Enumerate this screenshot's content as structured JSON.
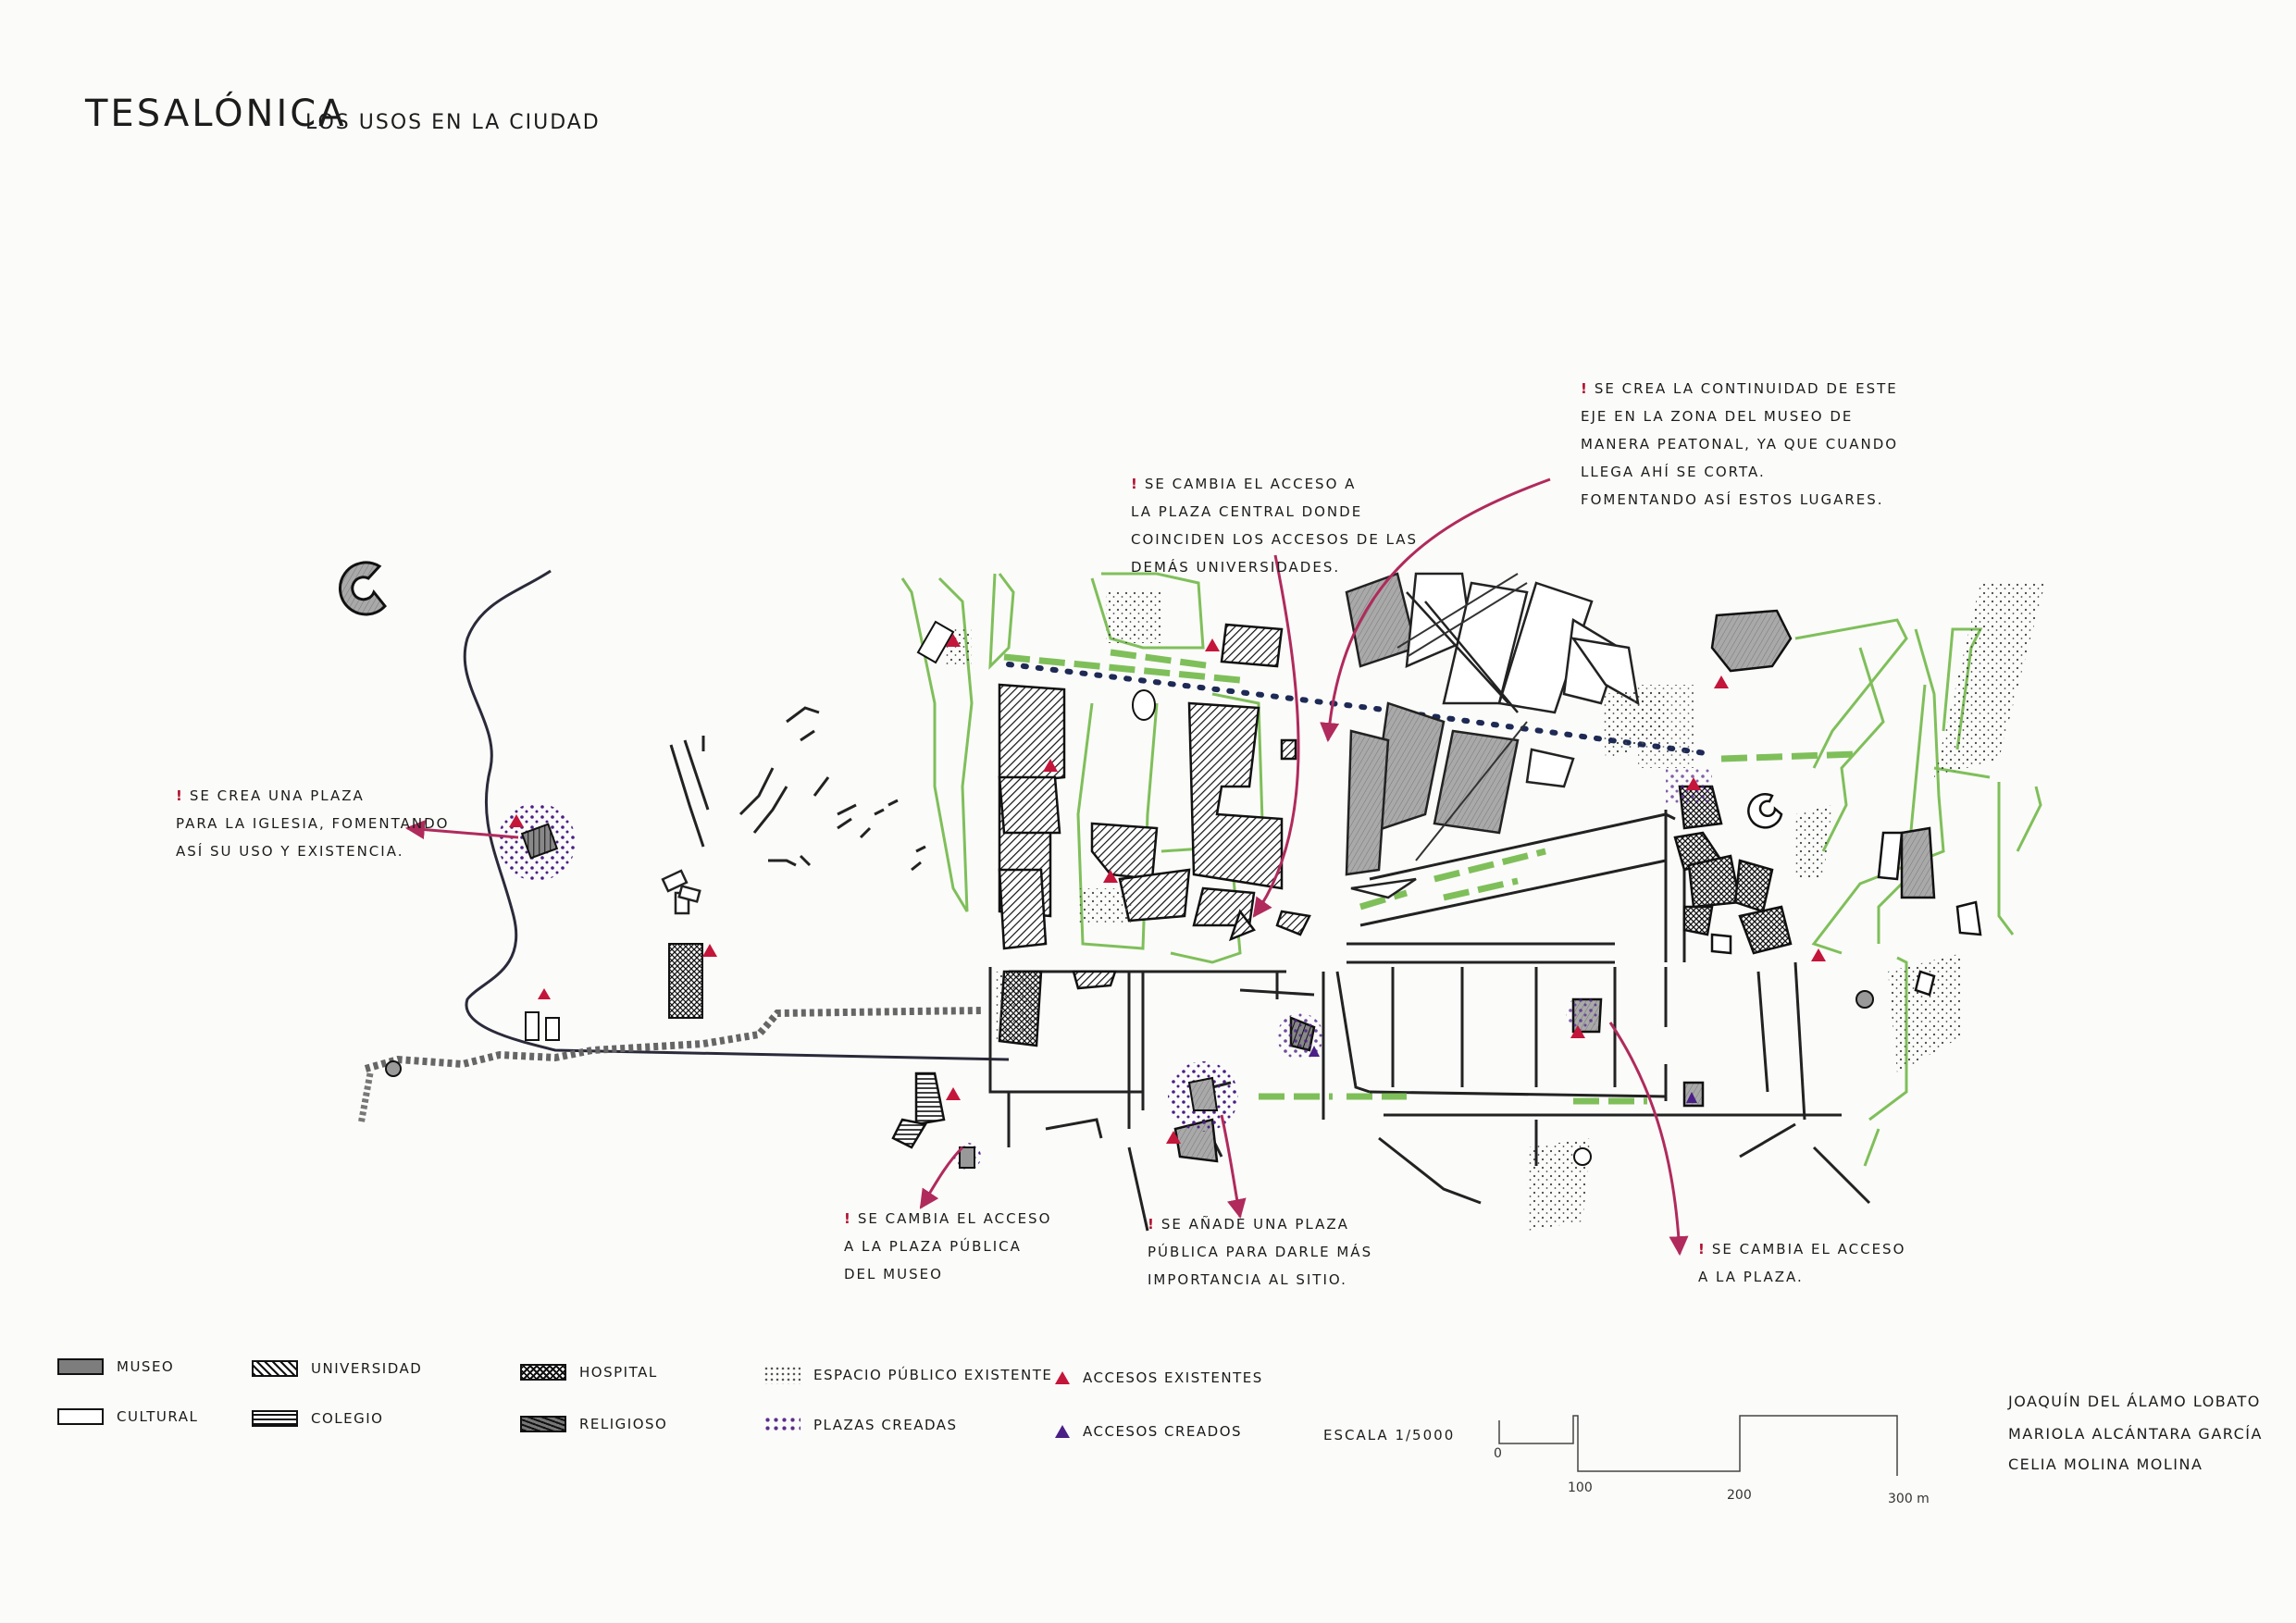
{
  "header": {
    "title": "Tesalónica",
    "subtitle": "Los usos en la ciudad"
  },
  "annotations": [
    {
      "id": "iglesia",
      "lines": [
        "Se crea una plaza",
        "para la iglesia, fomentando",
        "así su uso y existencia."
      ]
    },
    {
      "id": "plaza-central",
      "lines": [
        "Se cambia el acceso a",
        "la plaza central donde",
        "coinciden los accesos de las",
        "demás universidades."
      ]
    },
    {
      "id": "eje",
      "lines": [
        "Se crea la continuidad de este",
        "eje en la zona del museo de",
        "manera peatonal, ya que cuando",
        "llega ahí se corta.",
        "Fomentando así estos lugares."
      ]
    },
    {
      "id": "museo",
      "lines": [
        "Se cambia el acceso",
        "a la plaza pública",
        "del museo"
      ]
    },
    {
      "id": "plaza-publica",
      "lines": [
        "Se añade una plaza",
        "pública para darle más",
        "importancia al sitio."
      ]
    },
    {
      "id": "plaza",
      "lines": [
        "Se cambia el acceso",
        "a la plaza."
      ]
    }
  ],
  "legend": {
    "museo": "Museo",
    "cultural": "Cultural",
    "universidad": "Universidad",
    "colegio": "Colegio",
    "hospital": "Hospital",
    "religioso": "Religioso",
    "espacio_publico": "Espacio público existente",
    "plazas_creadas": "Plazas creadas",
    "accesos_existentes": "Accesos existentes",
    "accesos_creados": "Accesos creados"
  },
  "scale": {
    "label": "Escala 1/5000",
    "ticks": [
      "0",
      "100",
      "200",
      "300 m"
    ]
  },
  "authors": [
    "Joaquín del Álamo Lobato",
    "Mariola Alcántara García",
    "Celia Molina Molina"
  ],
  "colors": {
    "ink": "#1a1a1a",
    "accent_red": "#c4153a",
    "arrow_magenta": "#b02a5c",
    "green_space": "#7fbf5a",
    "purple": "#4a1f86",
    "museum_grey": "#8a8a8a"
  }
}
